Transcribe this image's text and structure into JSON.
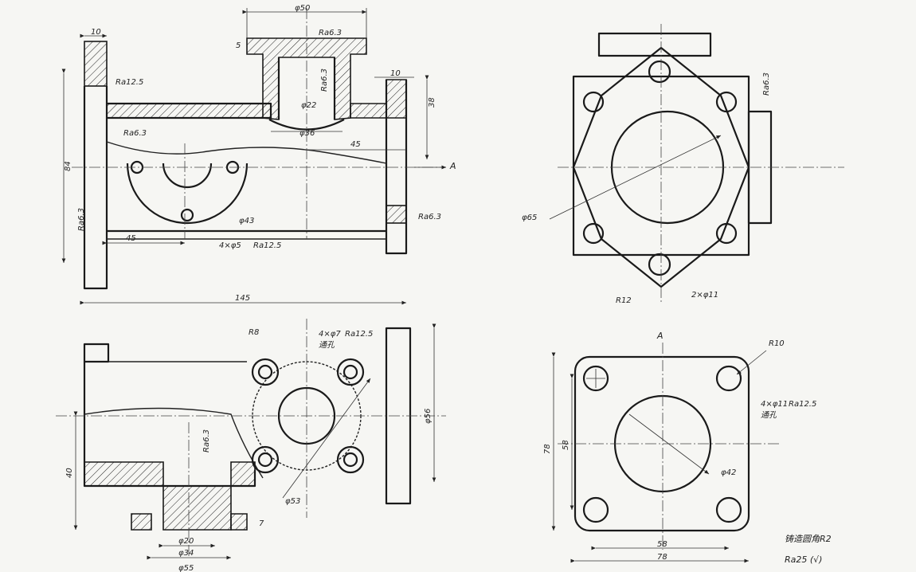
{
  "front_view": {
    "dims": {
      "top_bore": "φ50",
      "top_thick": "5",
      "top_finish": "Ra6.3",
      "flange_w_left": "10",
      "left_finish": "Ra12.5",
      "top_finish2": "Ra6.3",
      "inner_bore": "φ22",
      "inner_outer": "φ36",
      "flange_w_right": "10",
      "height_small": "38",
      "offset_45_top": "45",
      "section_mark": "A",
      "left_face_finish": "Ra6.3",
      "height_84": "84",
      "inner_finish": "Ra6.3",
      "bolt_circle": "φ43",
      "right_finish": "Ra6.3",
      "offset_45": "45",
      "holes": "4×φ5",
      "holes_finish": "Ra12.5",
      "total_len": "145"
    }
  },
  "side_view": {
    "dims": {
      "finish": "Ra6.3",
      "bore": "φ65",
      "radius": "R12",
      "holes": "2×φ11"
    }
  },
  "bottom_view": {
    "dims": {
      "radius": "R8",
      "holes": "4×φ7",
      "holes_finish": "Ra12.5",
      "holes_type": "通孔",
      "finish": "Ra6.3",
      "height_40": "40",
      "depth_7": "7",
      "bore_20": "φ20",
      "bore_34": "φ34",
      "bore_55": "φ55",
      "circle_53": "φ53",
      "flange_56": "φ56"
    }
  },
  "view_a": {
    "title": "A",
    "dims": {
      "radius": "R10",
      "holes": "4×φ11",
      "holes_finish": "Ra12.5",
      "holes_type": "通孔",
      "height_78": "78",
      "height_58": "58",
      "bore": "φ42",
      "width_58": "58",
      "width_78": "78"
    }
  },
  "notes": {
    "casting": "铸造圆角R2",
    "roughness": "Ra25 (√)"
  }
}
